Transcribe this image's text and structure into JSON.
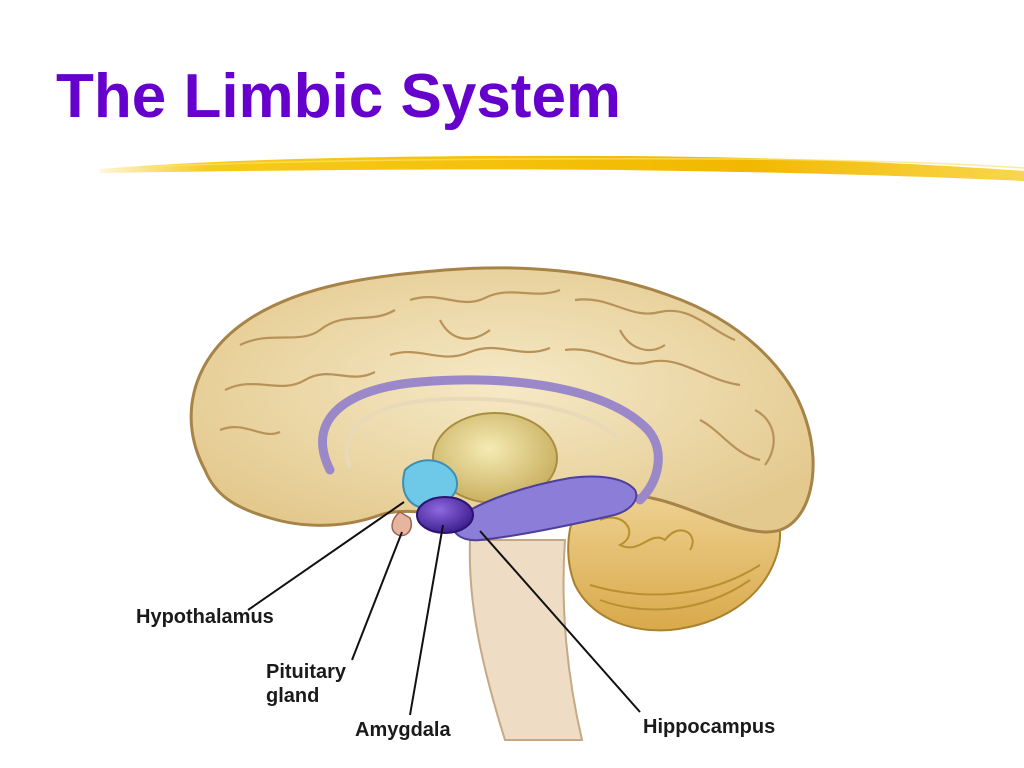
{
  "slide": {
    "title": "The Limbic System",
    "title_color": "#6600cc",
    "accent_color": "#f5c400"
  },
  "diagram": {
    "subject": "brain-sagittal-section",
    "labels": {
      "hypothalamus": "Hypothalamus",
      "pituitary_line1": "Pituitary",
      "pituitary_line2": "gland",
      "amygdala": "Amygdala",
      "hippocampus": "Hippocampus"
    },
    "colors": {
      "cortex": "#efdcaa",
      "cortex_outline": "#b08a4e",
      "thalamus": "#e8d68a",
      "hypothalamus": "#6ec8e8",
      "amygdala": "#5a2aa8",
      "hippocampus": "#8c7ed8",
      "cerebellum": "#e0b85a",
      "brainstem": "#efdcc4"
    }
  }
}
